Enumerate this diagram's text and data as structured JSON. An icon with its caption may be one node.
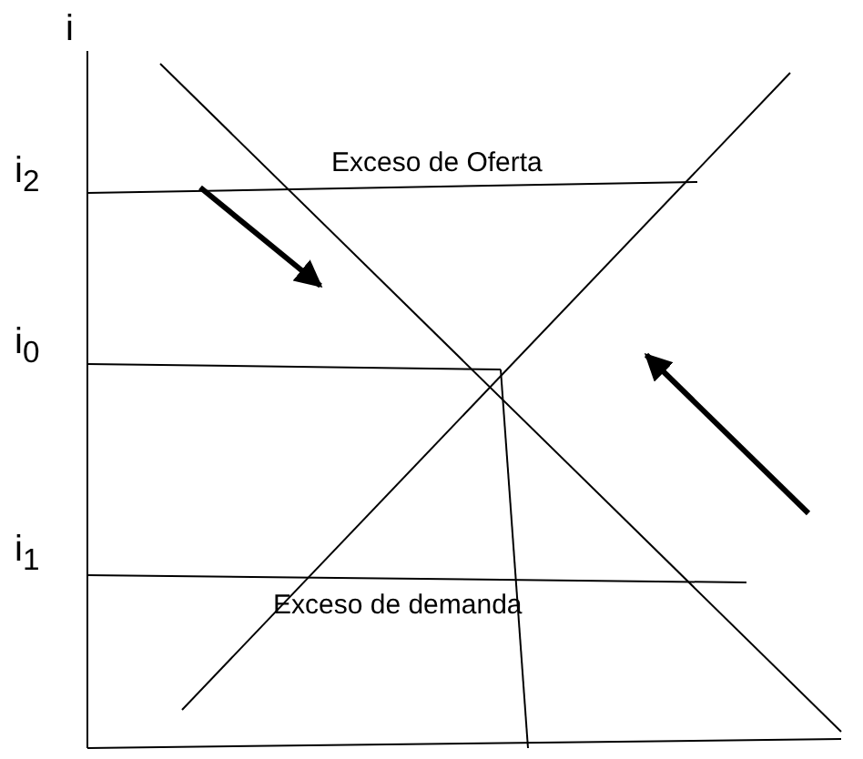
{
  "diagram": {
    "labels": [
      "i",
      "i$_{2}$",
      "i$_{0}$",
      "i$_{1}$",
      "Exceso de Oferta",
      "Exceso de demanda"
    ]
  }
}
